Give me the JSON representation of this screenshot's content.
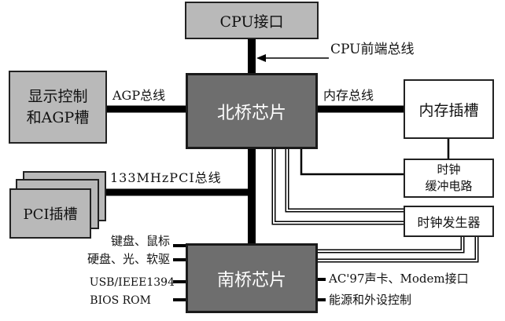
{
  "boxes": {
    "cpu": "CPU接口",
    "north": "北桥芯片",
    "south": "南桥芯片",
    "display": "显示控制\n和AGP槽",
    "pci": "PCI插槽",
    "memory": "内存插槽",
    "clock_buffer": "时钟\n缓冲电路",
    "clock_gen": "时钟发生器"
  },
  "bus_labels": {
    "fsb": "CPU前端总线",
    "agp": "AGP总线",
    "mem": "内存总线",
    "pci": "133MHzPCI总线"
  },
  "south_left": {
    "kbd": "键盘、鼠标",
    "disk": "硬盘、光、软驱",
    "usb": "USB/IEEE1394",
    "bios": "BIOS ROM"
  },
  "south_right": {
    "ac97": "AC'97声卡、Modem接口",
    "power": "能源和外设控制"
  },
  "colors": {
    "chip": "#6e6e6e",
    "peripheral": "#b9b9b9",
    "wire": "#000000"
  }
}
